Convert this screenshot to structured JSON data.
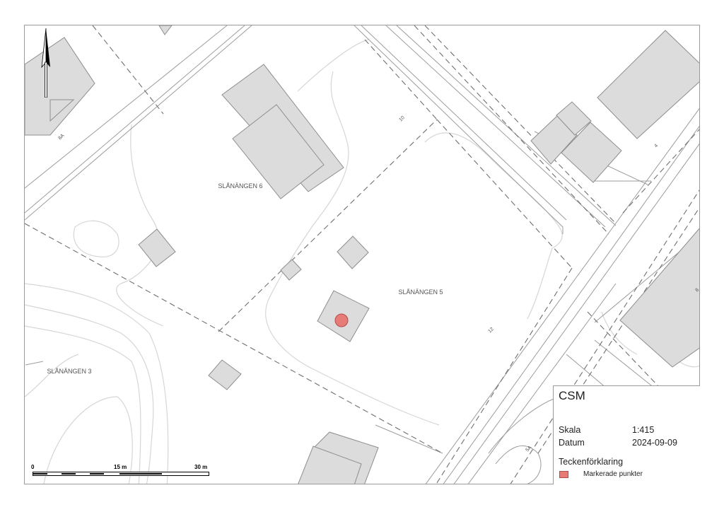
{
  "map": {
    "parcels": [
      "SLÅNÄNGEN 6",
      "SLÅNÄNGEN 5",
      "SLÅNÄNGEN 3"
    ],
    "address_numbers": [
      "10",
      "12",
      "4",
      "8",
      "8A",
      "5A"
    ],
    "marker_color": "#e77b78",
    "building_color": "#dcdcdc"
  },
  "legend": {
    "title": "CSM",
    "scale_label": "Skala",
    "scale_value": "1:415",
    "date_label": "Datum",
    "date_value": "2024-09-09",
    "heading": "Teckenförklaring",
    "marker_label": "Markerade punkter"
  },
  "scalebar": {
    "labels": [
      "0",
      "15 m",
      "30 m"
    ]
  },
  "icons": {
    "north": "north-arrow-icon"
  }
}
